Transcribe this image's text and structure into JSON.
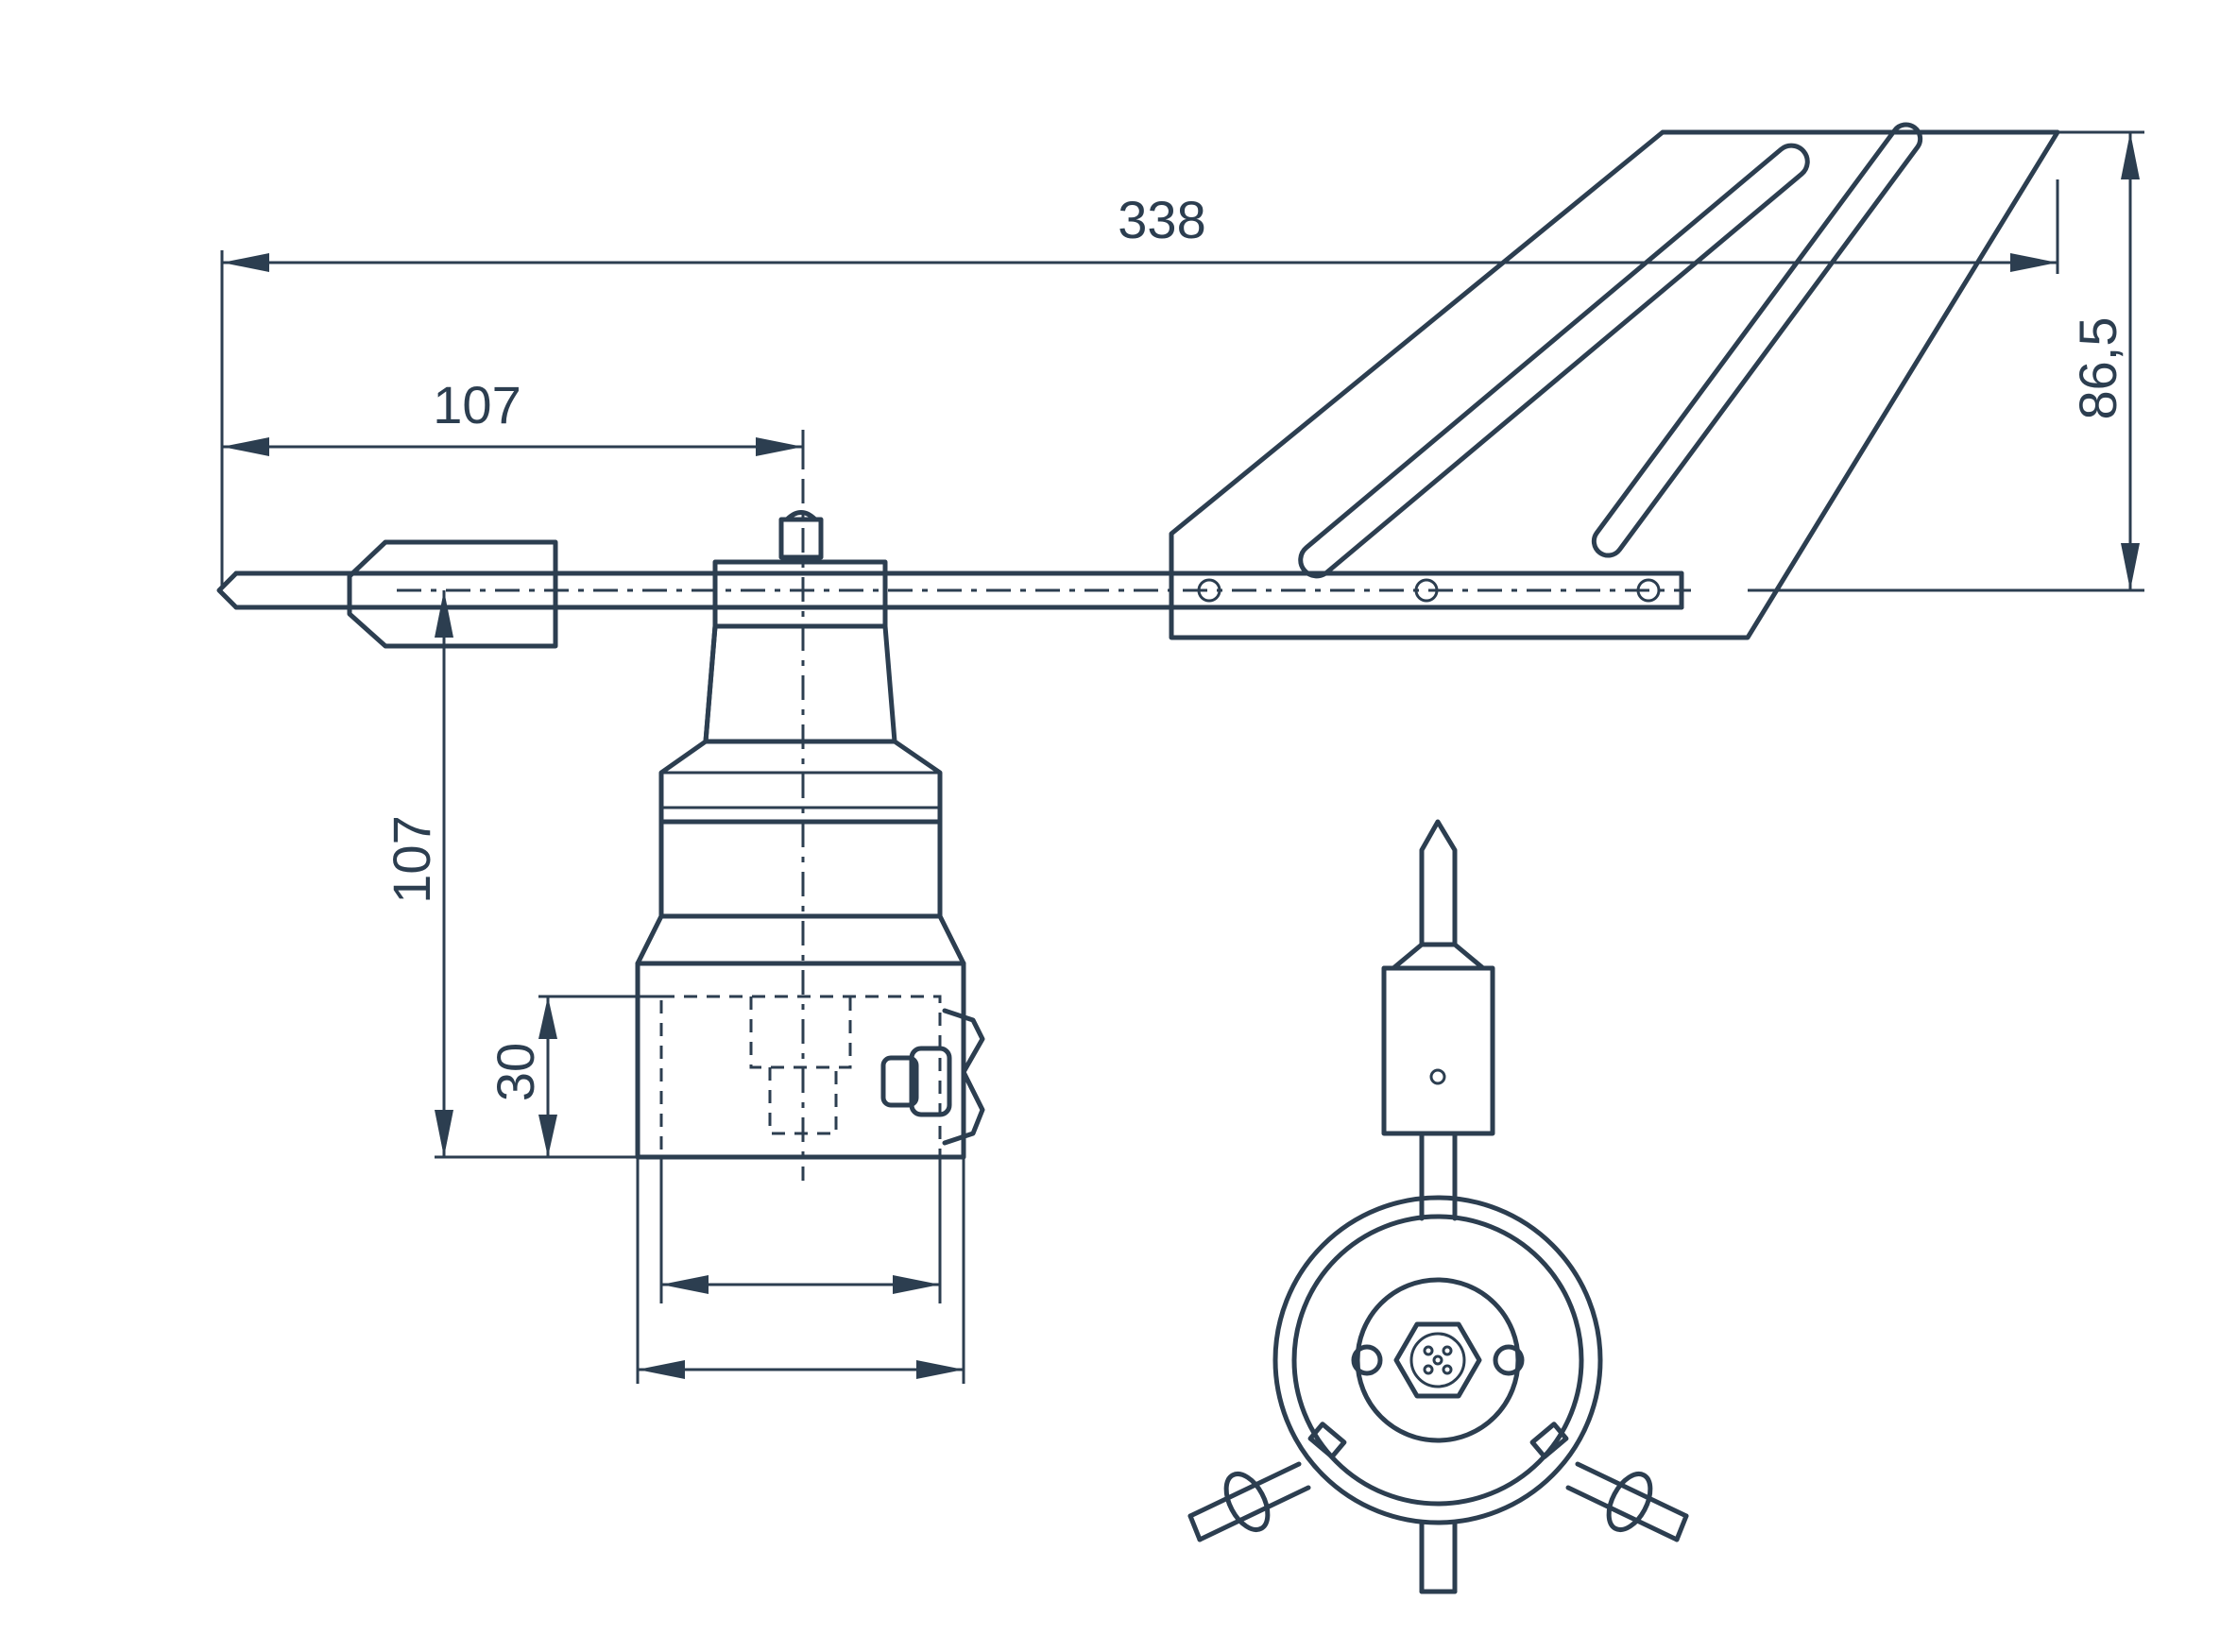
{
  "colors": {
    "ink": "#2c3e50",
    "background": "#ffffff"
  },
  "dimensions": {
    "overall_length": "338",
    "front_to_axis": "107",
    "axis_to_mount": "107",
    "mount_height": "30",
    "vane_height": "86,5"
  }
}
